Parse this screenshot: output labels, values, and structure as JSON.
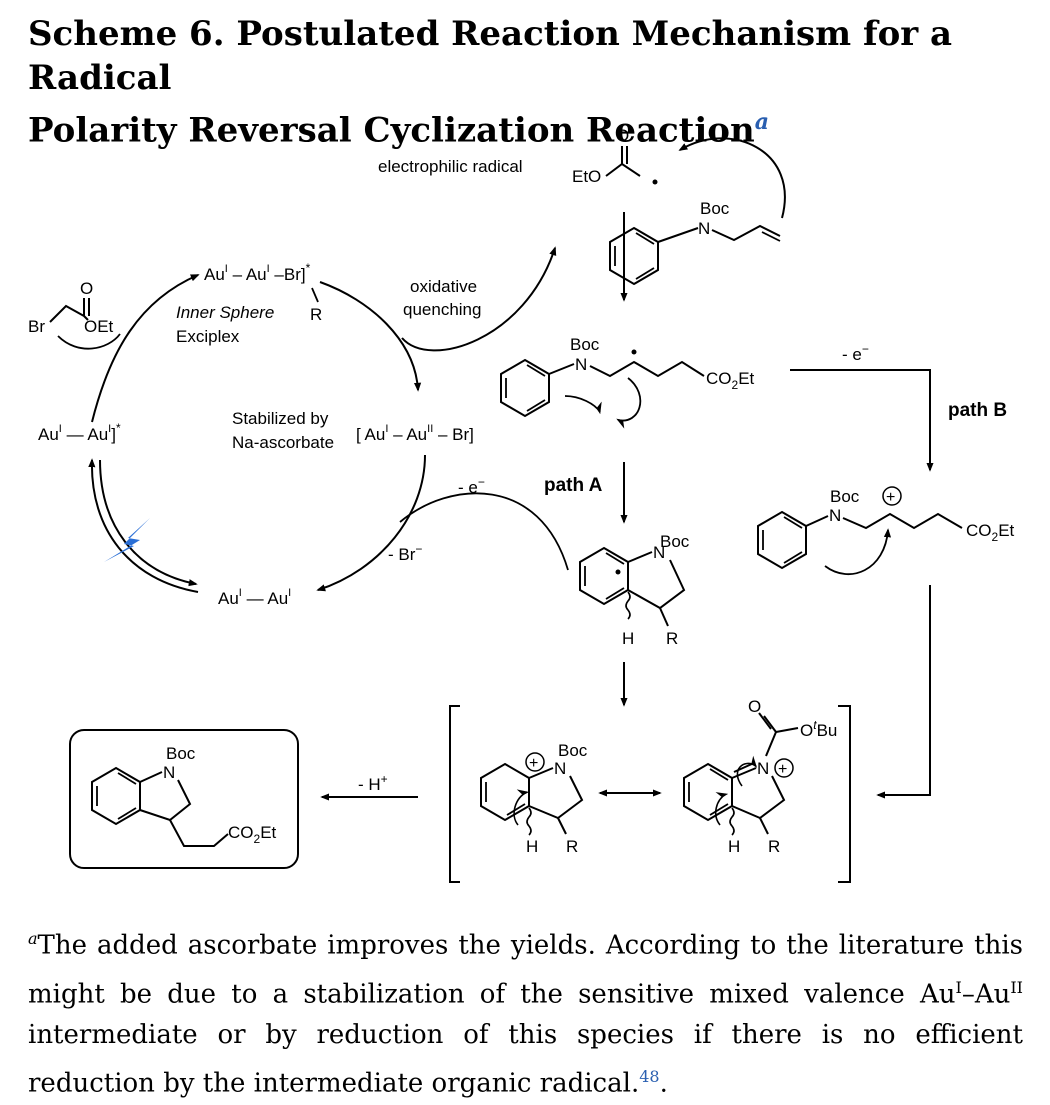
{
  "title": {
    "line1": "Scheme 6. Postulated Reaction Mechanism for a Radical",
    "line2": "Polarity Reversal Cyclization Reaction",
    "marker": "a"
  },
  "scheme": {
    "electrophilic_radical": "electrophilic radical",
    "eto": "EtO",
    "o": "O",
    "boc": "Boc",
    "n": "N",
    "r": "R",
    "h": "H",
    "br": "Br",
    "oet": "OEt",
    "co2et_co": "CO",
    "co2et_sub": "2",
    "co2et_et": "Et",
    "oxidative": "oxidative",
    "quenching": "quenching",
    "inner_sphere": "Inner Sphere",
    "exciplex": "Exciplex",
    "stabilized_by": "Stabilized by",
    "na_ascorbate": "Na-ascorbate",
    "au": "Au",
    "ox_i": "I",
    "ox_ii": "II",
    "minus_e": "- e",
    "minus_br": "- Br",
    "minus_h": "- H",
    "plus": "+",
    "minus": "−",
    "star": "*",
    "path_a": "path A",
    "path_b": "path B",
    "otbu_o": "O",
    "otbu_t": "t",
    "otbu_bu": "Bu"
  },
  "footnote": {
    "marker": "a",
    "part1": "The added ascorbate improves the yields. According to the literature this might be due to a stabilization of the sensitive mixed valence Au",
    "sup1": "I",
    "dash": "–Au",
    "sup2": "II",
    "part2": " intermediate or by reduction of this species if there is no efficient reduction by the intermediate organic radical.",
    "ref": "48",
    "end": "."
  },
  "colors": {
    "link_blue": "#2a5fb0",
    "lightning": "#2a6fd6"
  }
}
